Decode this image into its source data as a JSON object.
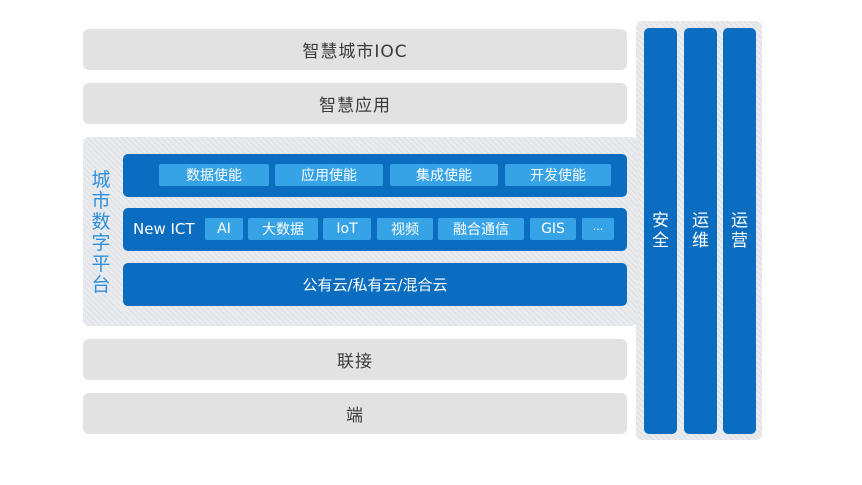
{
  "layers": {
    "ioc": "智慧城市IOC",
    "app": "智慧应用",
    "connect": "联接",
    "terminal": "端"
  },
  "platform": {
    "title": "城市数字平台",
    "enable_row": [
      "数据使能",
      "应用使能",
      "集成使能",
      "开发使能"
    ],
    "ict_label": "New ICT",
    "ict_items": [
      "AI",
      "大数据",
      "IoT",
      "视频",
      "融合通信",
      "GIS",
      "···"
    ],
    "cloud": "公有云/私有云/混合云"
  },
  "side_columns": [
    "安全",
    "运维",
    "运营"
  ],
  "colors": {
    "primary_blue": "#0b6dbf",
    "chip_blue": "#35a3e6",
    "gray_bar": "#e3e2e2",
    "title_blue": "#2f8fda"
  }
}
